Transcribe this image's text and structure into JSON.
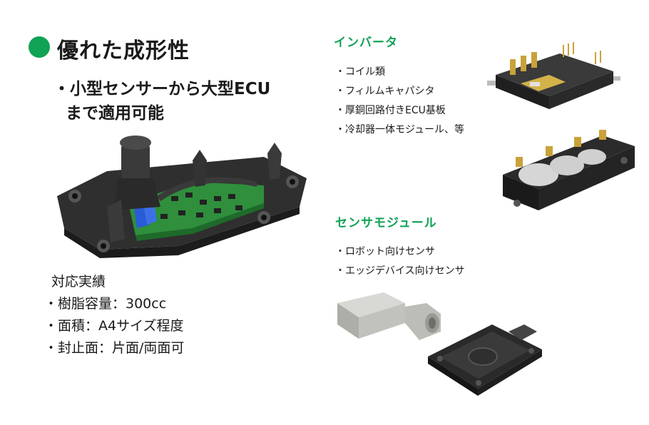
{
  "main": {
    "heading": "優れた成形性",
    "feature_line1": "・小型センサーから大型ECU",
    "feature_line2": "まで適用可能",
    "specs_title": "対応実績",
    "specs": [
      "・樹脂容量：300cc",
      "・面積：A4サイズ程度",
      "・封止面：片面/両面可"
    ]
  },
  "inverter": {
    "title": "インバータ",
    "items": [
      "・コイル類",
      "・フィルムキャパシタ",
      "・厚銅回路付きECU基板",
      "・冷却器一体モジュール、等"
    ]
  },
  "sensor": {
    "title": "センサモジュール",
    "items": [
      "・ロボット向けセンサ",
      "・エッジデバイス向けセンサ"
    ]
  },
  "colors": {
    "accent_green": "#10a255",
    "pcb_green": "#2f8f3c",
    "resin_dark": "#2b2b2b",
    "terminal_gold": "#c9a23a",
    "connector_gray": "#c7c7c2"
  }
}
